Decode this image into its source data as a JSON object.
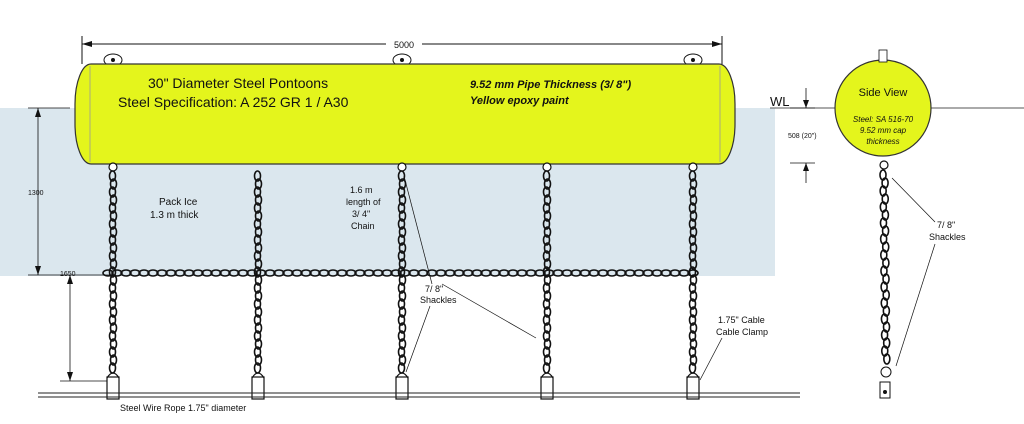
{
  "pontoon": {
    "title": "30\" Diameter Steel Pontoons",
    "spec": "Steel Specification:  A  252  GR  1  / A30",
    "thickness": "9.52  mm  Pipe  Thickness  (3/ 8\")",
    "paint": "Yellow  epoxy  paint",
    "length_dim": "5000"
  },
  "water": {
    "wl": "WL"
  },
  "dimensions": {
    "draft": "508  (20\")",
    "ice_depth": "1300",
    "chain_depth": "1650"
  },
  "ice": {
    "line1": "Pack  Ice",
    "line2": "1.3  m  thick"
  },
  "chain_note": {
    "line1": "1.6  m",
    "line2": "length  of",
    "line3": "3/  4\"",
    "line4": "Chain"
  },
  "shackles_main": {
    "line1": "7/  8\"",
    "line2": "Shackles"
  },
  "cable": {
    "line1": "1.75\"  Cable",
    "line2": "Cable  Clamp"
  },
  "wire_rope": "Steel  Wire  Rope  1.75\"  diameter",
  "side_view": {
    "title": "Side  View",
    "line1": "Steel:  SA  516-70",
    "line2": "9.52  mm  cap",
    "line3": "thickness",
    "shackles1": "7/  8\"",
    "shackles2": "Shackles"
  },
  "colors": {
    "pontoon": "#e4f51c",
    "water": "#dbe7ee",
    "line": "#111111"
  }
}
